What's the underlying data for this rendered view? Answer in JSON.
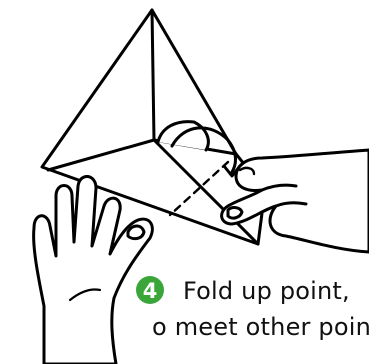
{
  "step": {
    "number": "4",
    "badge_color": "#3aa63a"
  },
  "caption": {
    "line1": "Fold up point,",
    "line2": "o meet other poin"
  },
  "illustration": {
    "subject": "hands folding a triangular paper sheet",
    "stroke_color": "#000000",
    "fill_color": "#ffffff"
  }
}
